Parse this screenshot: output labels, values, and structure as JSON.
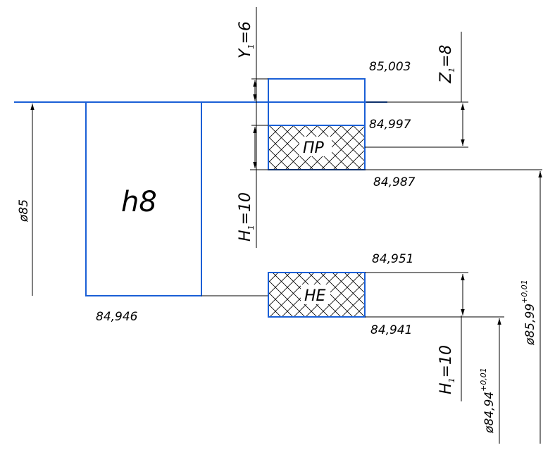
{
  "shaft_label": "h8",
  "nominal": {
    "prefix": "ø",
    "value": "85"
  },
  "gauge_go_label": "ПР",
  "gauge_nogo_label": "НЕ",
  "values": {
    "go_top": "85,003",
    "go_upper": "84,997",
    "go_lower": "84,987",
    "nogo_upper": "84,951",
    "nogo_lower": "84,941",
    "shaft_min": "84,946"
  },
  "params": {
    "y1": {
      "base": "Y",
      "sub": "1",
      "value": "=6"
    },
    "z1": {
      "base": "Z",
      "sub": "1",
      "value": "=8"
    },
    "h1_upper": {
      "base": "H",
      "sub": "1",
      "value": "=10"
    },
    "h1_lower": {
      "base": "H",
      "sub": "1",
      "value": "=10"
    }
  },
  "gauge_dims": {
    "go": {
      "prefix": "ø",
      "value": "85,99",
      "tol": "+0,01"
    },
    "nogo": {
      "prefix": "ø",
      "value": "84,94",
      "tol": "+0,01"
    }
  },
  "colors": {
    "outline": "#1a5fd6",
    "line": "#000000"
  }
}
